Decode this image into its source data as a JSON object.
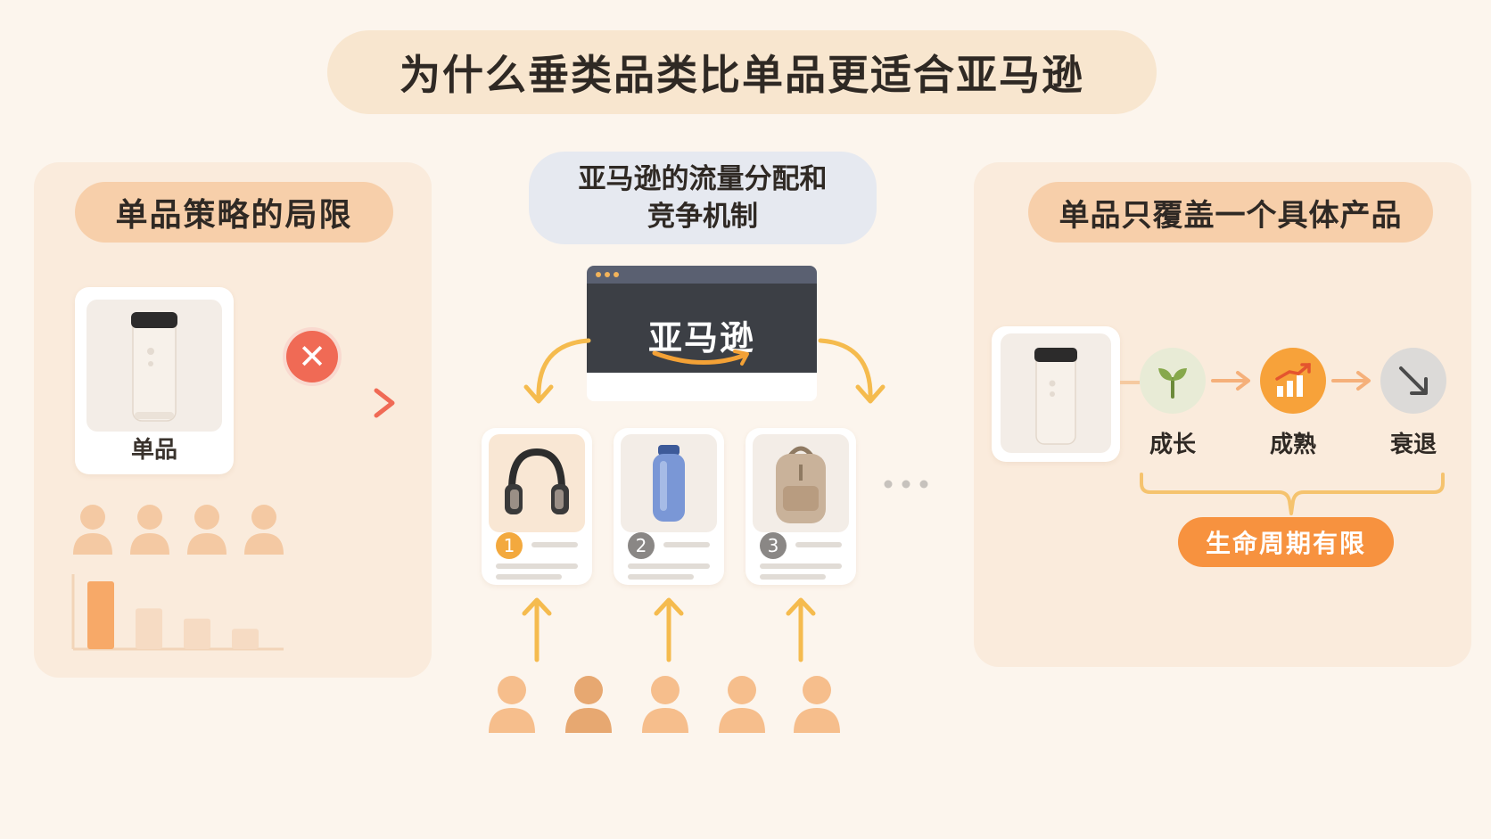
{
  "title": "为什么垂类品类比单品更适合亚马逊",
  "left": {
    "heading": "单品策略的局限",
    "product_label": "单品",
    "bars": [
      1.0,
      0.6,
      0.45,
      0.3
    ]
  },
  "center": {
    "heading_line1": "亚马逊的流量分配和",
    "heading_line2": "竞争机制",
    "platform_name": "亚马逊",
    "products": [
      {
        "rank": "1",
        "icon": "headphones-icon",
        "rank_color": "#f3a93e"
      },
      {
        "rank": "2",
        "icon": "water-bottle-icon",
        "rank_color": "#8a8785"
      },
      {
        "rank": "3",
        "icon": "backpack-icon",
        "rank_color": "#8a8785"
      }
    ]
  },
  "right": {
    "heading": "单品只覆盖一个具体产品",
    "stages": [
      "成长",
      "成熟",
      "衰退"
    ],
    "lifecycle_label": "生命周期有限"
  },
  "colors": {
    "accent": "#f7923f",
    "error": "#f06a55",
    "panel": "#faeadb"
  }
}
